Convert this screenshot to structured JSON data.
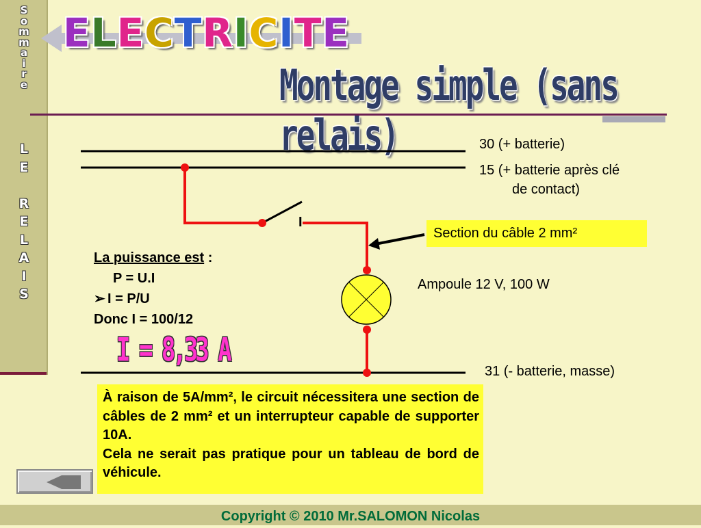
{
  "sidebar": {
    "sommaire_letters": [
      "S",
      "o",
      "m",
      "m",
      "a",
      "i",
      "r",
      "e"
    ],
    "section_letters": [
      "L",
      "E",
      "",
      "R",
      "E",
      "L",
      "A",
      "I",
      "S"
    ]
  },
  "title": {
    "letters": [
      {
        "char": "E",
        "color": "#9b2fbf"
      },
      {
        "char": "L",
        "color": "#3a7a2a"
      },
      {
        "char": "E",
        "color": "#e0258b"
      },
      {
        "char": "C",
        "color": "#c8a300"
      },
      {
        "char": "T",
        "color": "#2f5fcf"
      },
      {
        "char": "R",
        "color": "#e0258b"
      },
      {
        "char": "I",
        "color": "#3a8a2a"
      },
      {
        "char": "C",
        "color": "#e6b400"
      },
      {
        "char": "I",
        "color": "#2f5fcf"
      },
      {
        "char": "T",
        "color": "#e0258b"
      },
      {
        "char": "E",
        "color": "#9b2fbf"
      }
    ],
    "subtitle": "Montage simple (sans relais)"
  },
  "circuit": {
    "line_30": "30 (+ batterie)",
    "line_15_a": "15 (+ batterie après clé",
    "line_15_b": "de contact)",
    "line_31": "31 (- batterie, masse)",
    "cable_section": "Section du câble 2 mm²",
    "lamp": "Ampoule 12 V, 100 W",
    "switch_mark": "I",
    "wire_color": "#ee1111"
  },
  "formula": {
    "title": "La puissance est",
    "colon": " :",
    "line_pu": "P = U.I",
    "bullet": "➢",
    "line_ipu": "I = P/U",
    "line_donc": "Donc I = 100/12",
    "result": "I = 8,33 A"
  },
  "note": {
    "p1": "À raison de 5A/mm², le circuit nécessitera une section de câbles de 2 mm² et un interrupteur capable de supporter 10A.",
    "p2": "Cela ne serait pas pratique pour un tableau de bord de véhicule."
  },
  "footer": {
    "copyright": "Copyright © 2010 Mr.SALOMON Nicolas"
  }
}
